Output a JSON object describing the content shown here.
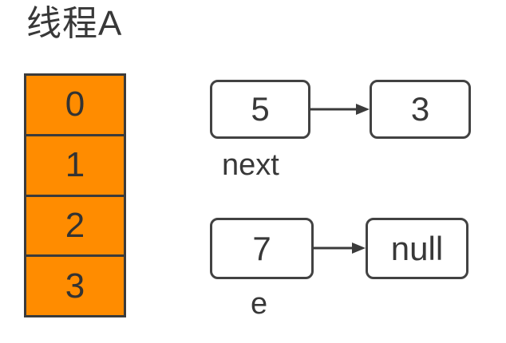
{
  "title": "线程A",
  "colors": {
    "array_fill": "#ff8c00",
    "stroke": "#3b3b3b",
    "text": "#383838",
    "canvas_bg": "#ffffff"
  },
  "array": {
    "cells": [
      "0",
      "1",
      "2",
      "3"
    ]
  },
  "pointers": [
    {
      "value": "5",
      "target": "3",
      "label": "next"
    },
    {
      "value": "7",
      "target": "null",
      "label": "e"
    }
  ],
  "icons": {
    "arrow_right": "→"
  }
}
